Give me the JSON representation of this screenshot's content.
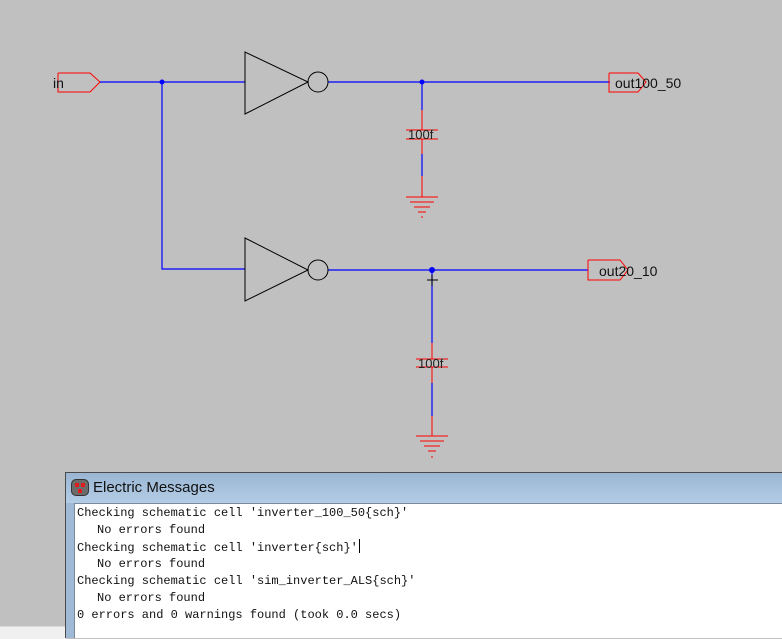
{
  "schematic": {
    "pins": {
      "input": "in",
      "output_top": "out100_50",
      "output_bottom": "out20_10"
    },
    "capacitors": {
      "top": "100f",
      "bottom": "100f"
    },
    "colors": {
      "background": "#c0c0c0",
      "wire": "#0000ff",
      "pin_and_component": "#ff0000",
      "gate": "#000000"
    }
  },
  "messages_window": {
    "title": "Electric Messages",
    "lines": [
      "Checking schematic cell 'inverter_100_50{sch}'",
      "No errors found",
      "Checking schematic cell 'inverter{sch}'",
      "No errors found",
      "Checking schematic cell 'sim_inverter_ALS{sch}'",
      "No errors found",
      "0 errors and 0 warnings found (took 0.0 secs)"
    ]
  }
}
